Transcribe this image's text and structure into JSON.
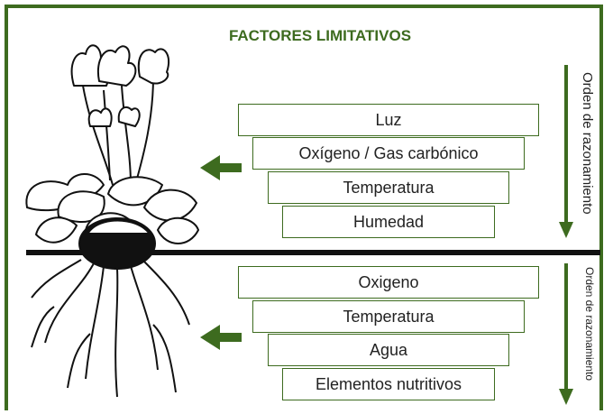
{
  "title": "FACTORES LIMITATIVOS",
  "above_ground": {
    "items": [
      "Luz",
      "Oxígeno / Gas carbónico",
      "Temperatura",
      "Humedad"
    ],
    "order_label": "Orden de razonamiento"
  },
  "below_ground": {
    "items": [
      "Oxigeno",
      "Temperatura",
      "Agua",
      "Elementos nutritivos"
    ],
    "order_label": "Orden de razonamiento"
  },
  "colors": {
    "accent": "#3d6b1f",
    "divider": "#111111"
  },
  "icons": [
    "plant-illustration",
    "left-arrow-icon",
    "down-arrow-icon"
  ]
}
